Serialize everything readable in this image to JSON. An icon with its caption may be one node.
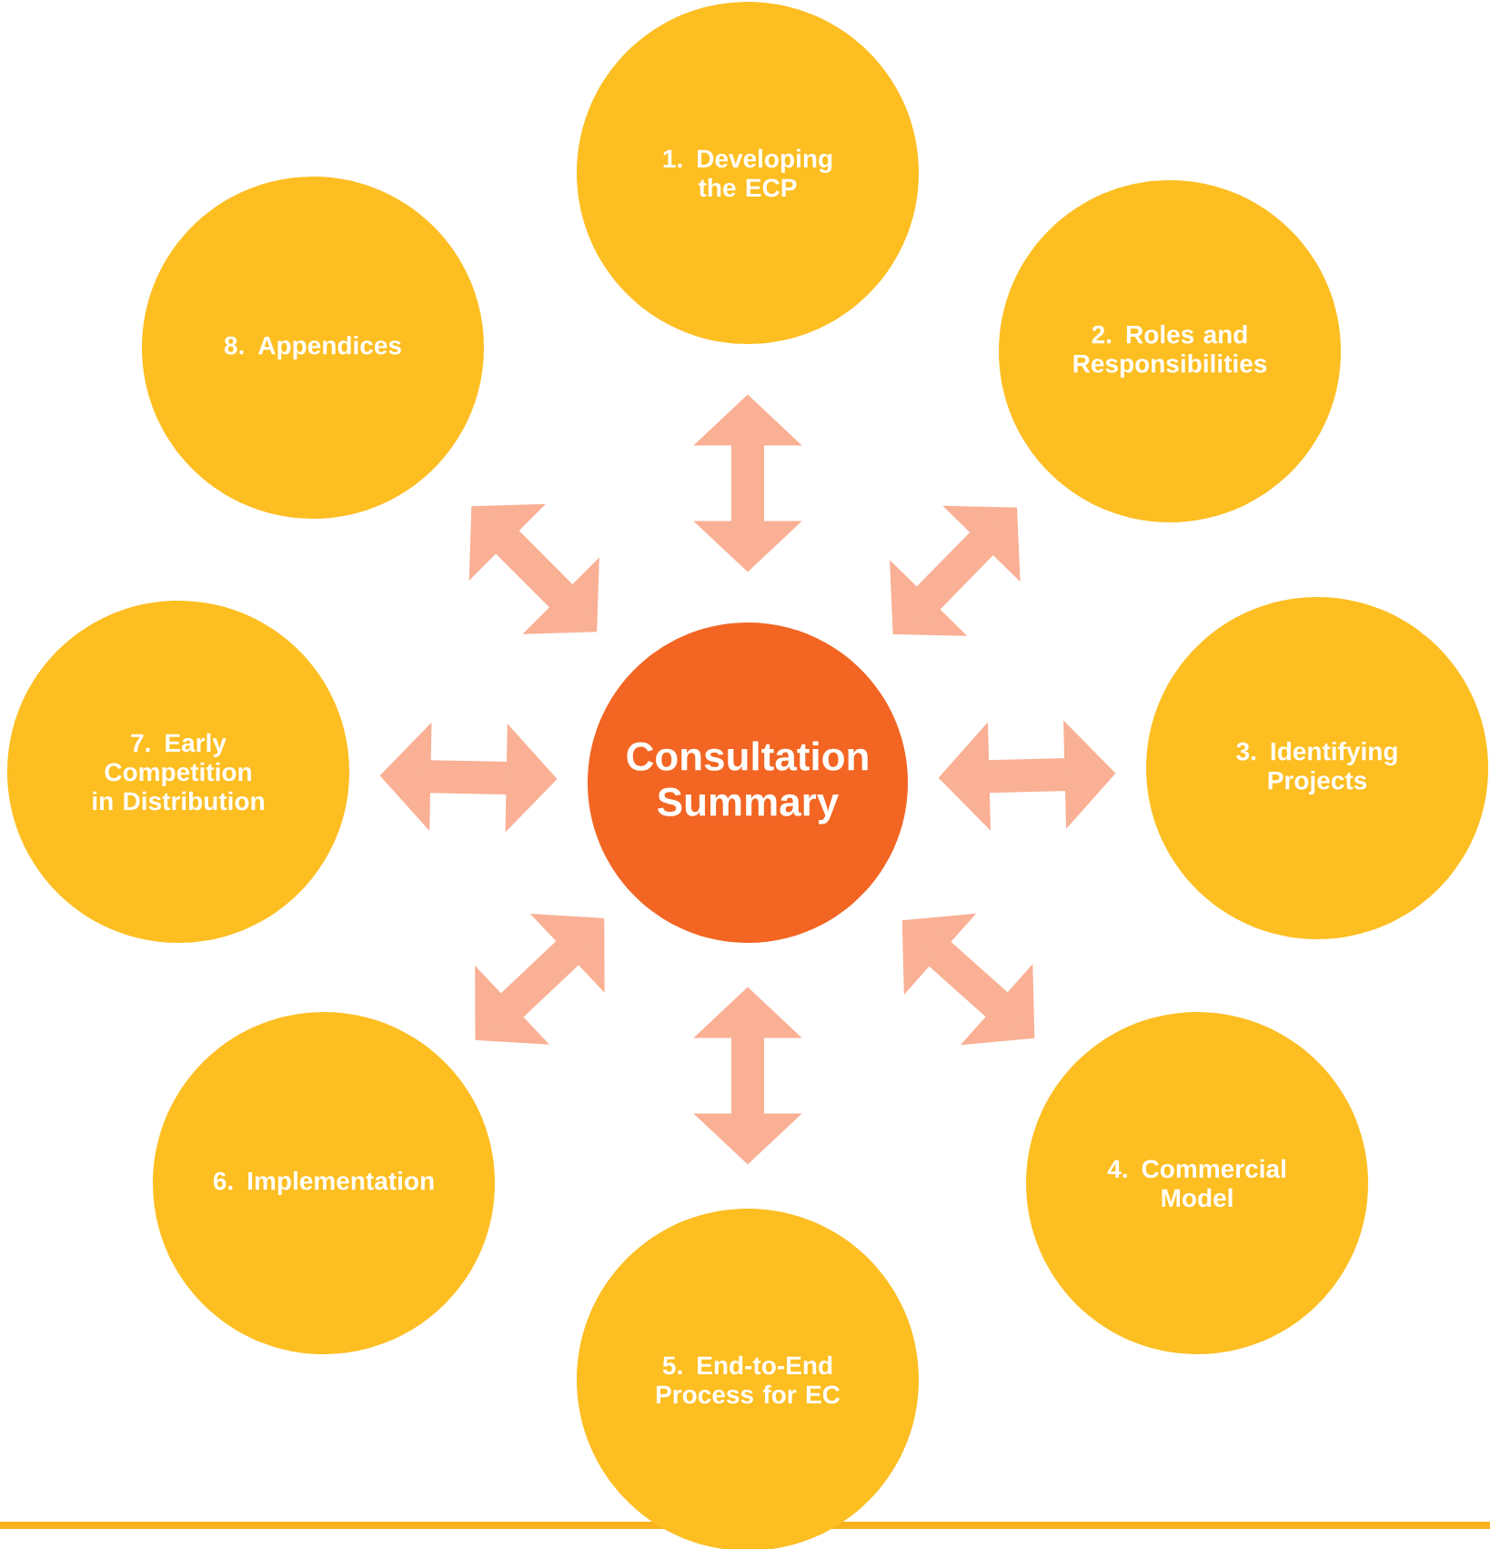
{
  "diagram": {
    "nodes": [
      {
        "text": [
          "Consultation Summary"
        ]
      },
      {
        "text": [
          "1. Developing the ECP"
        ]
      },
      {
        "text": [
          "2. Roles and Responsibilities"
        ]
      },
      {
        "text": [
          "3. Identifying Projects"
        ]
      },
      {
        "text": [
          "4. Commercial Model"
        ]
      },
      {
        "text": [
          "5. End-to-End Process for EC"
        ]
      },
      {
        "text": [
          "6. Implementation"
        ]
      },
      {
        "text": [
          "7. Early Competition in Distribution"
        ]
      },
      {
        "text": [
          "8. Appendices"
        ]
      }
    ],
    "edges": [
      {
        "from": 0,
        "to": 1,
        "arrow": "both"
      },
      {
        "from": 0,
        "to": 2,
        "arrow": "both"
      },
      {
        "from": 0,
        "to": 3,
        "arrow": "both"
      },
      {
        "from": 0,
        "to": 4,
        "arrow": "both"
      },
      {
        "from": 0,
        "to": 5,
        "arrow": "both"
      },
      {
        "from": 0,
        "to": 6,
        "arrow": "both"
      },
      {
        "from": 0,
        "to": 7,
        "arrow": "both"
      },
      {
        "from": 0,
        "to": 8,
        "arrow": "both"
      }
    ]
  }
}
